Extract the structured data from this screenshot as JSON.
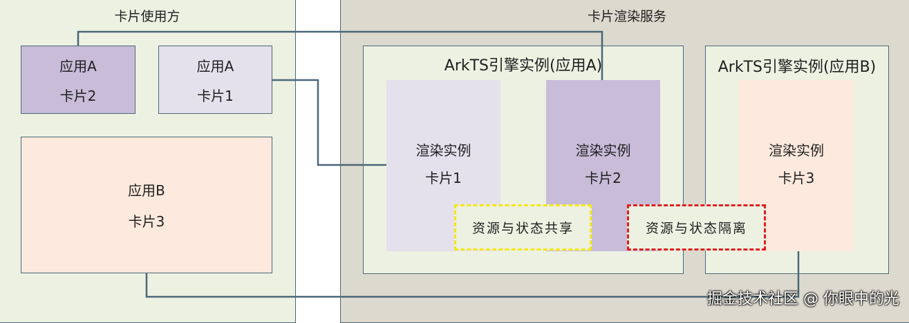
{
  "left_panel": {
    "title": "卡片使用方",
    "cards": [
      {
        "app": "应用A",
        "card": "卡片2"
      },
      {
        "app": "应用A",
        "card": "卡片1"
      },
      {
        "app": "应用B",
        "card": "卡片3"
      }
    ]
  },
  "right_panel": {
    "title": "卡片渲染服务",
    "engine_a": {
      "title": "ArkTS引擎实例(应用A)",
      "instances": [
        {
          "label": "渲染实例",
          "card": "卡片1"
        },
        {
          "label": "渲染实例",
          "card": "卡片2"
        }
      ],
      "shared_label": "资源与状态共享"
    },
    "engine_b": {
      "title": "ArkTS引擎实例(应用B)",
      "instances": [
        {
          "label": "渲染实例",
          "card": "卡片3"
        }
      ]
    },
    "isolated_label": "资源与状态隔离"
  },
  "watermark": "掘金技术社区 @ 你眼中的光",
  "colors": {
    "panel_left_bg": "#edf1e2",
    "panel_right_bg": "#dcd9ce",
    "engine_bg": "#edf1e2",
    "card_a2": "#c8bcd9",
    "card_a1": "#e4e0ec",
    "card_b3": "#fde9dd",
    "shared_dash": "#f5e61a",
    "isolated_dash": "#e02020",
    "wire": "#4a6778"
  }
}
